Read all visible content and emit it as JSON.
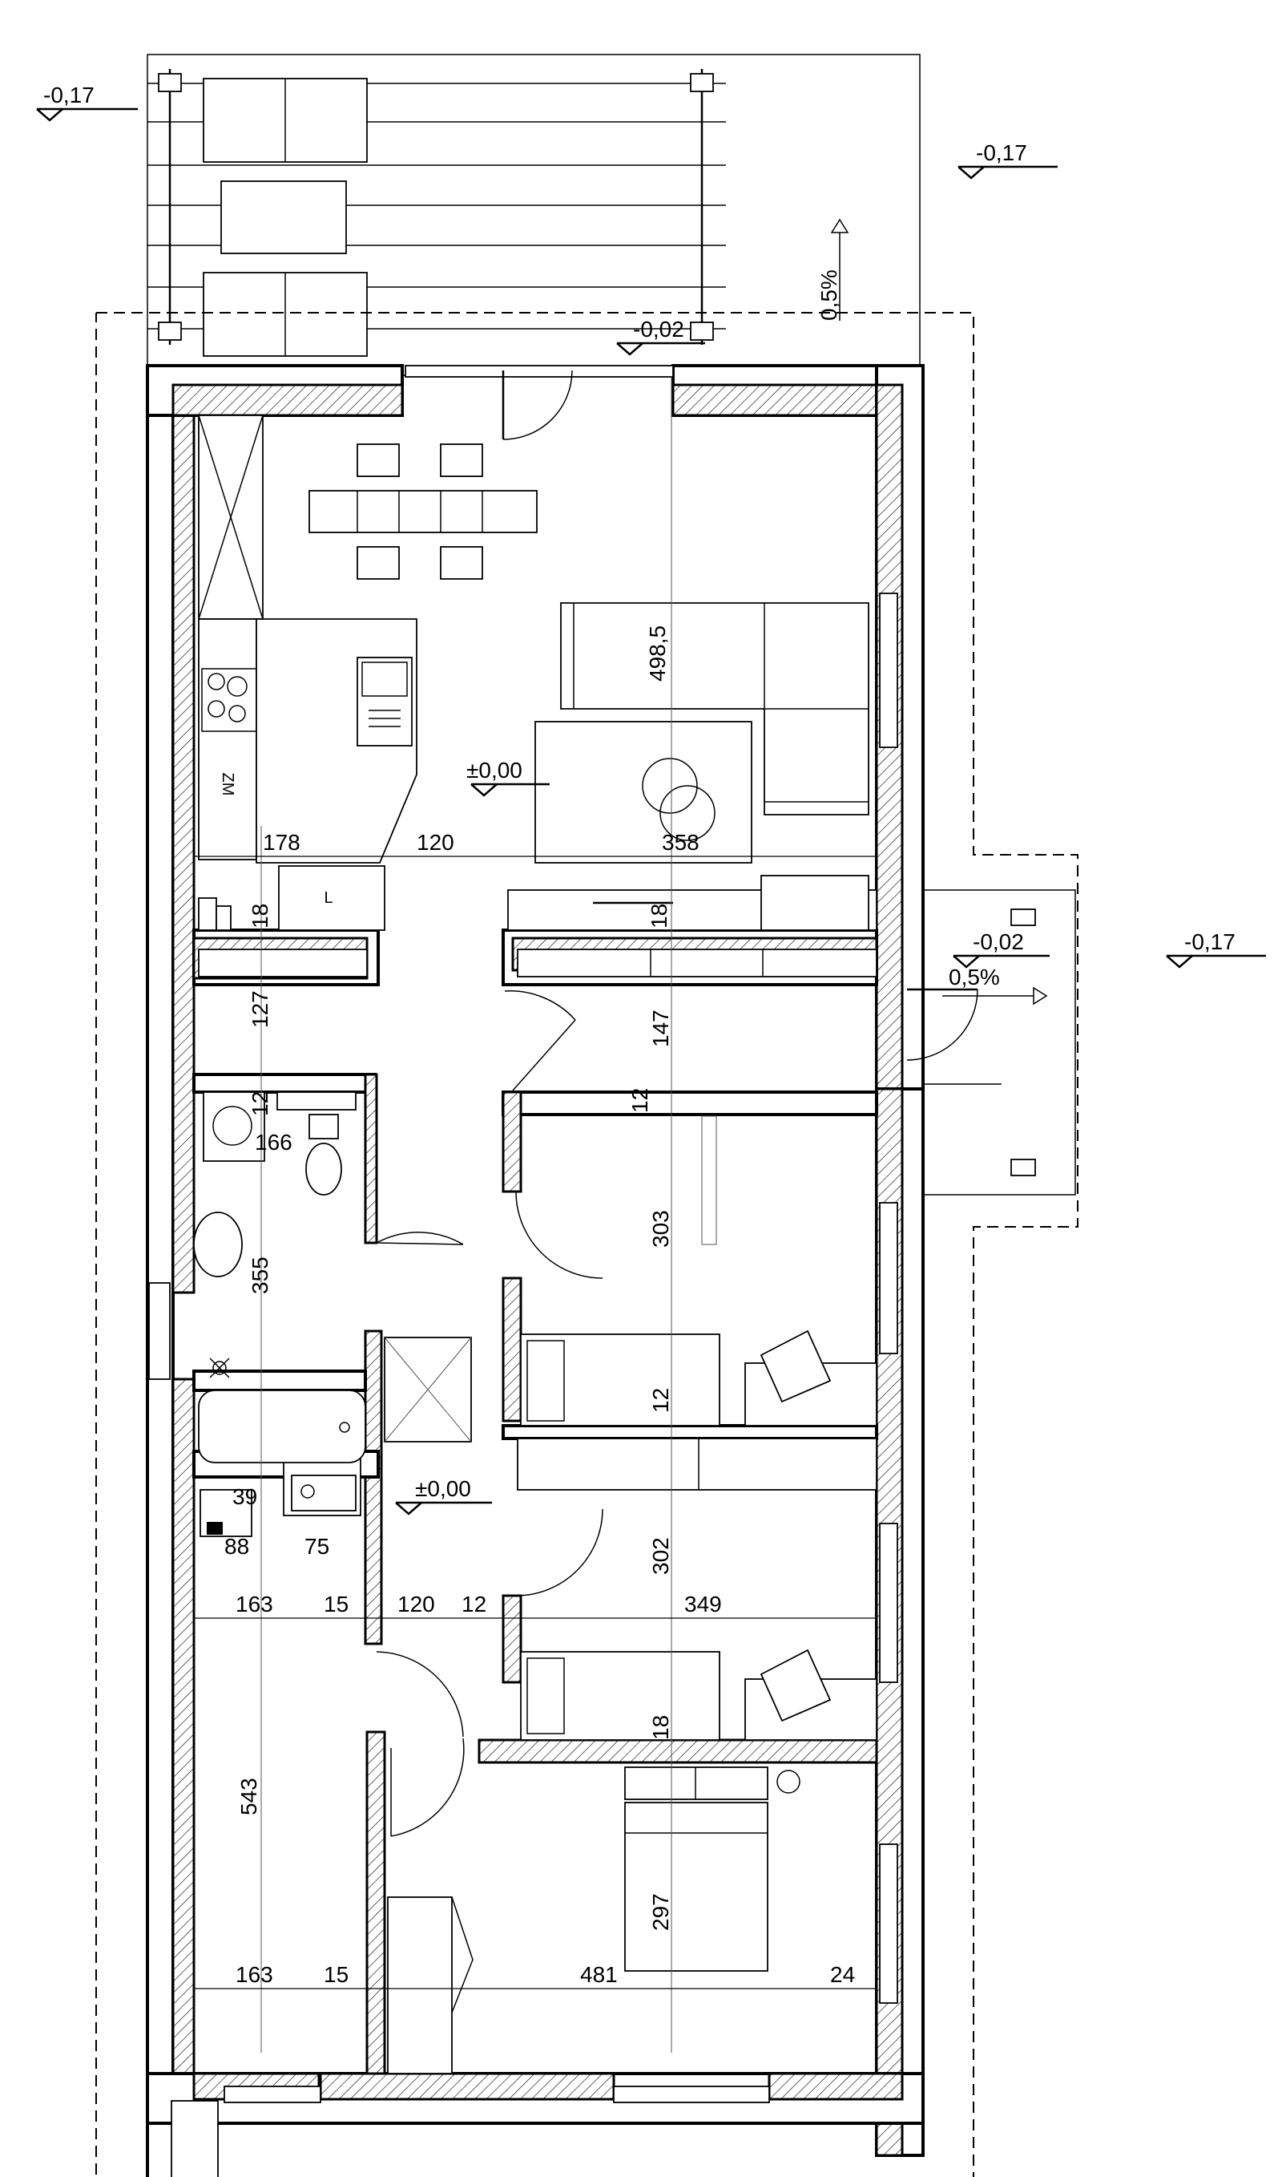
{
  "levels": {
    "top_left": "-0,17",
    "top_right": "-0,17",
    "terrace": "-0,02",
    "entry": "-0,02",
    "far_right": "-0,17",
    "living_floor": "±0,00",
    "corridor_floor": "±0,00"
  },
  "slopes": {
    "terrace_slope": "0,5%",
    "entry_slope": "0,5%"
  },
  "labels": {
    "fridge": "ZM",
    "cabinet": "L"
  },
  "dimensions": {
    "living_depth": "498,5",
    "kitchen_width": "178",
    "hall_top_width": "120",
    "living_width": "358",
    "wall_18a": "18",
    "wall_18b": "18",
    "closet_depth": "127",
    "hall_depth": "147",
    "wall_12a": "12",
    "wall_12b": "12",
    "wc_width": "166",
    "bathroom_depth": "355",
    "bedroom1_depth": "303",
    "wall_12c": "12",
    "boiler_size": "39",
    "utility_88": "88",
    "utility_75": "75",
    "bedroom2_depth": "302",
    "room_163a": "163",
    "wall_15a": "15",
    "hall_120": "120",
    "wall_12d": "12",
    "bedroom_width": "349",
    "wall_18c": "18",
    "room_depth_543": "543",
    "bedroom3_depth": "297",
    "room_163b": "163",
    "wall_15b": "15",
    "bedroom3_width": "481",
    "wall_24": "24"
  }
}
